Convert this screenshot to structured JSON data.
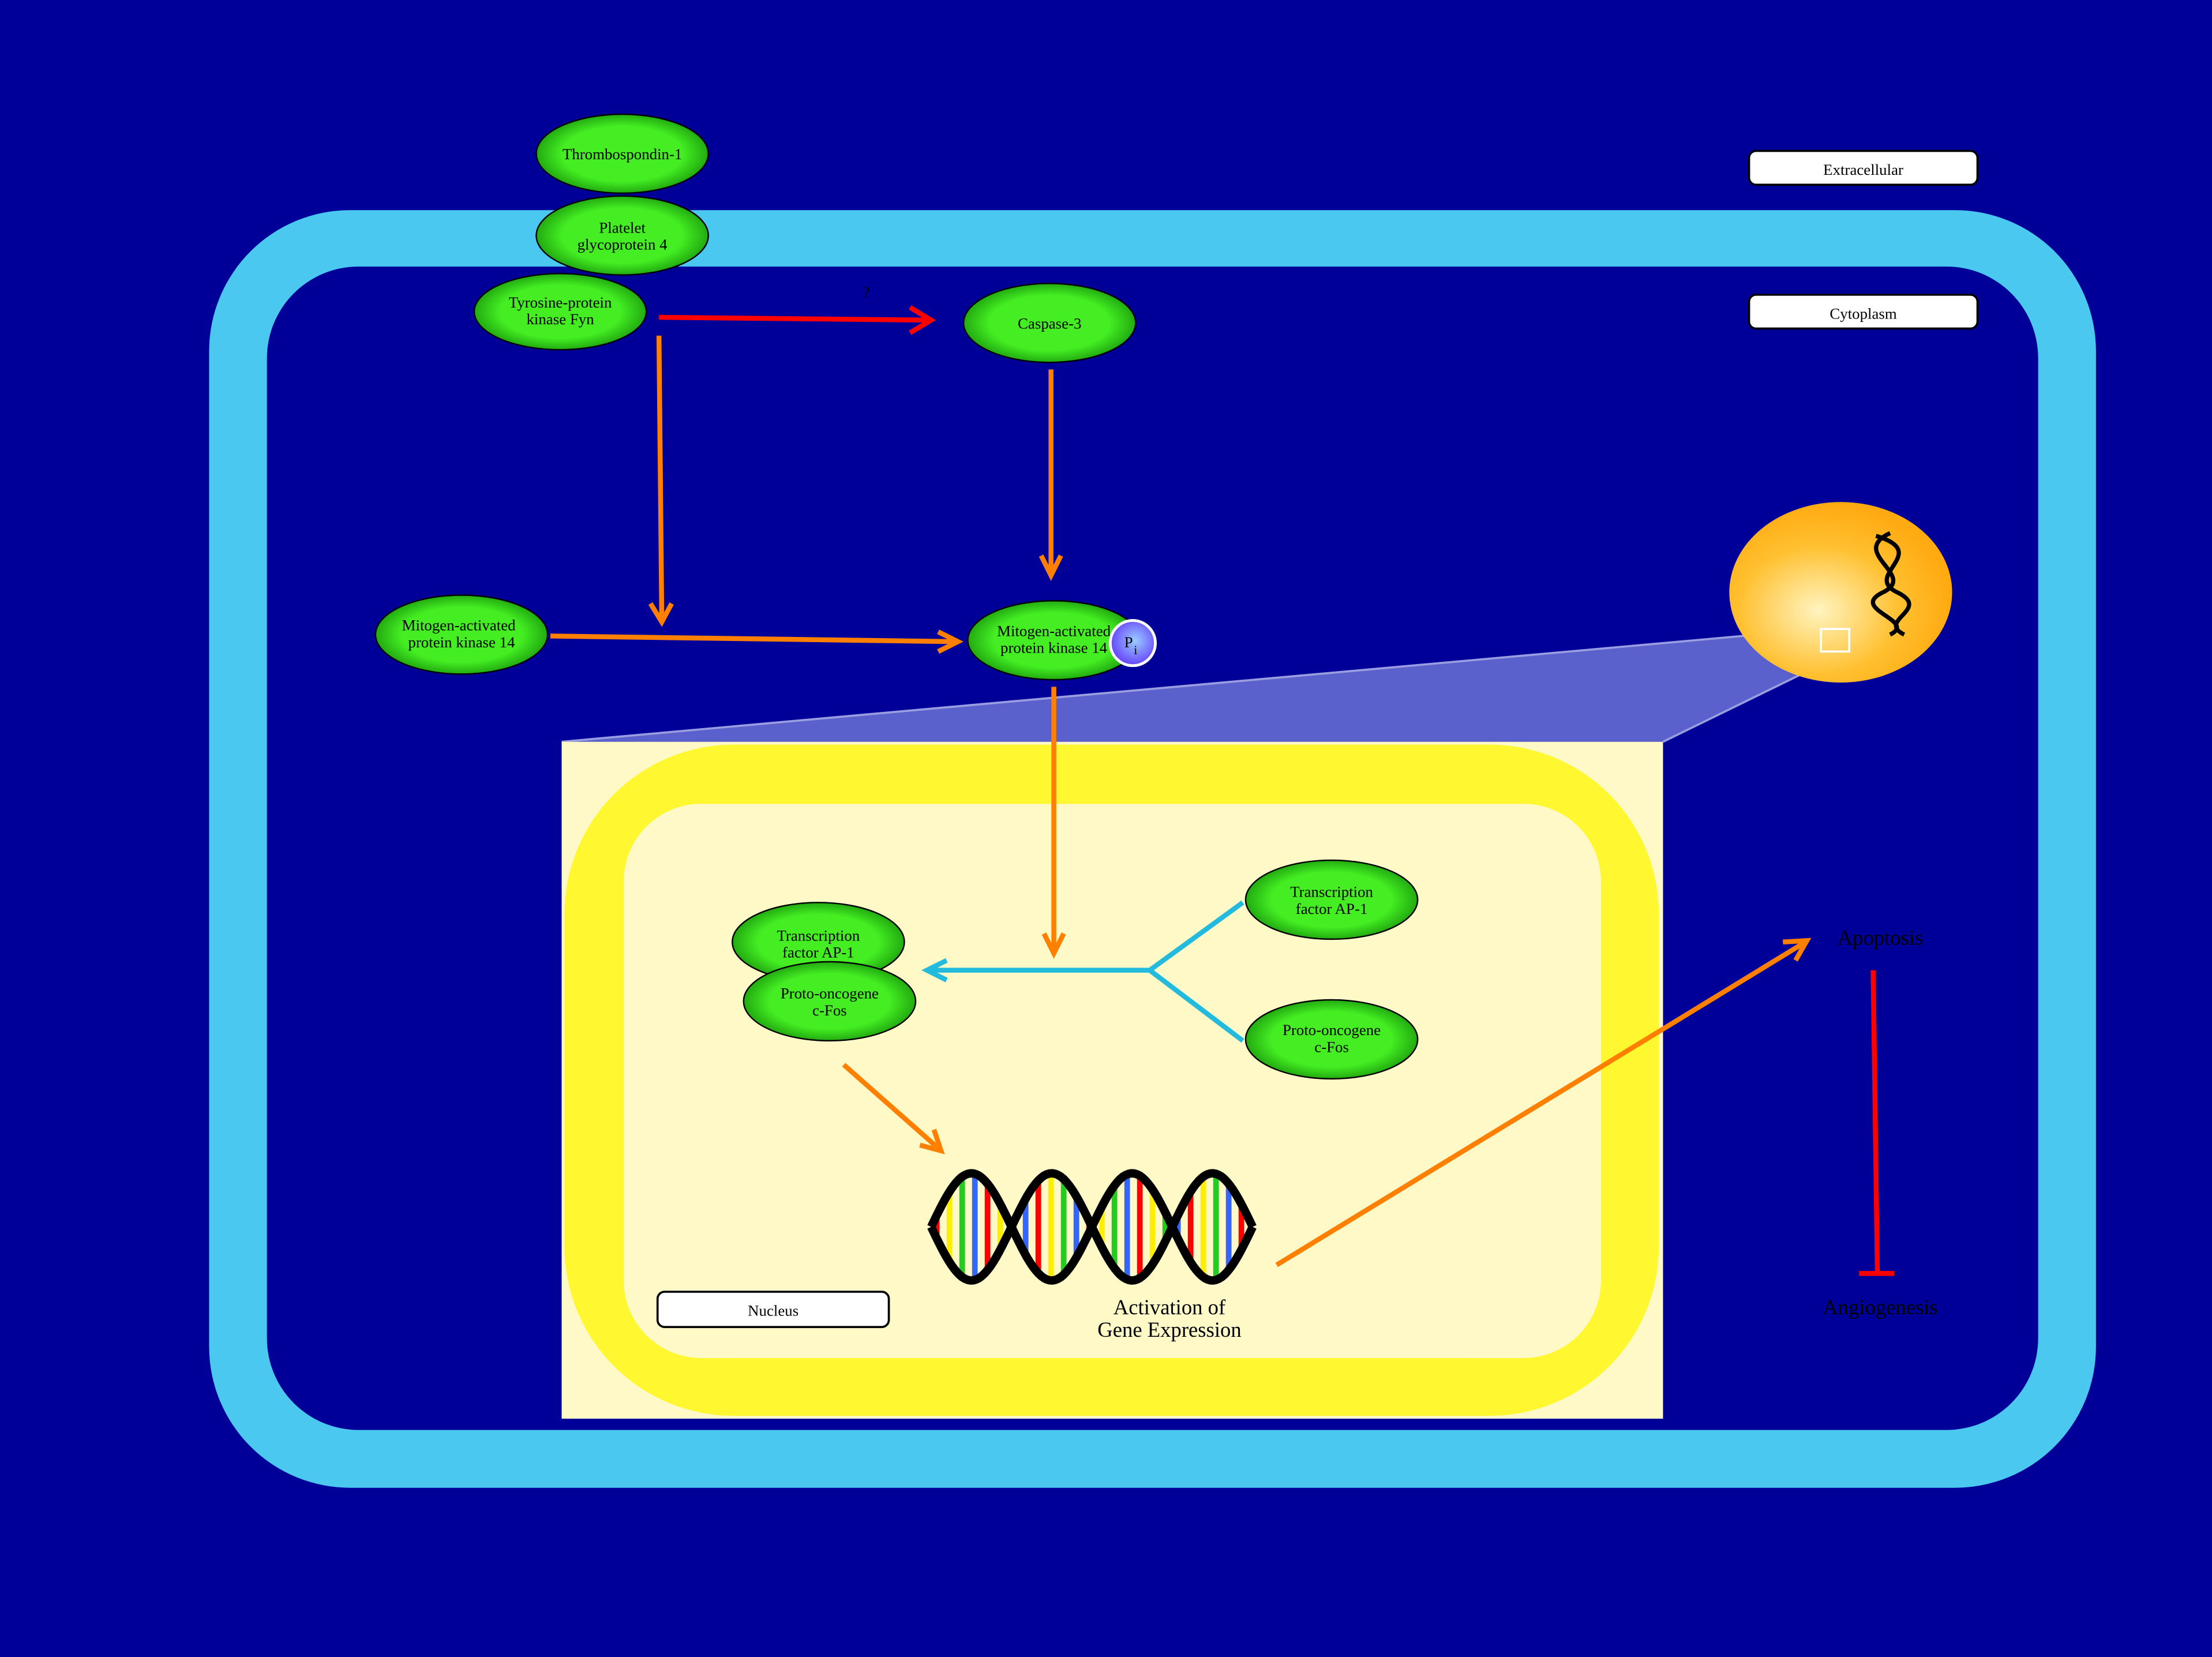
{
  "compartments": {
    "extracellular": "Extracellular",
    "cytoplasm": "Cytoplasm",
    "nucleus": "Nucleus"
  },
  "nodes": {
    "thrombospondin": [
      "Thrombospondin-1"
    ],
    "platelet_gp4": [
      "Platelet",
      "glycoprotein 4"
    ],
    "fyn": [
      "Tyrosine-protein",
      "kinase Fyn"
    ],
    "caspase3": [
      "Caspase-3"
    ],
    "mapk14_left": [
      "Mitogen-activated",
      "protein kinase 14"
    ],
    "mapk14_right": [
      "Mitogen-activated",
      "protein kinase 14"
    ],
    "phosphate": {
      "main": "P",
      "sub": "i"
    },
    "ap1_left": [
      "Transcription",
      "factor AP-1"
    ],
    "cfos_left": [
      "Proto-oncogene",
      "c-Fos"
    ],
    "ap1_right": [
      "Transcription",
      "factor AP-1"
    ],
    "cfos_right": [
      "Proto-oncogene",
      "c-Fos"
    ]
  },
  "annotations": {
    "unknown_mark": "?",
    "gene_expression": [
      "Activation of",
      "Gene Expression"
    ],
    "apoptosis": "Apoptosis",
    "angiogenesis": "Angiogenesis"
  },
  "colors": {
    "background": "#000099",
    "membrane": "#4bc8f0",
    "node": "#44ee22",
    "activation": "#ff8000",
    "inhibition": "#ff0000",
    "complex": "#22bbdd",
    "nucleus_ring": "#fff830"
  }
}
